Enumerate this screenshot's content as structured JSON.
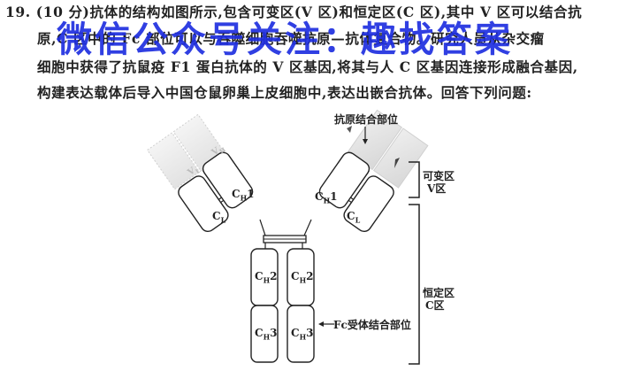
{
  "question": {
    "number": "19.",
    "lines": [
      "19. (10 分)抗体的结构如图所示,包含可变区(V 区)和恒定区(C 区),其中 V 区可以结合抗",
      "原,C 区中的 Fc 部位可以与吞噬细胞吞噬抗原—抗体复合物。研究人员从杂交瘤",
      "细胞中获得了抗鼠疫 F1 蛋白抗体的 V 区基因,将其与人 C 区基因连接形成融合基因,",
      "构建表达载体后导入中国仓鼠卵巢上皮细胞中,表达出嵌合抗体。回答下列问题:"
    ]
  },
  "watermark": {
    "text": "微信公众号关注：趣找答案",
    "color": "#1f2fe0"
  },
  "diagram": {
    "labels": {
      "antigen_binding_site": "抗原结合部位",
      "variable_region": "可变区",
      "variable_region_short": "V区",
      "constant_region": "恒定区",
      "constant_region_short": "C区",
      "fc_receptor_site": "Fc受体结合部位"
    },
    "domains": {
      "CL": "C",
      "CL_sub": "L",
      "CH1": "C",
      "CH1_sub": "H",
      "CH1_num": "1",
      "CH2": "C",
      "CH2_sub": "H",
      "CH2_num": "2",
      "CH3": "C",
      "CH3_sub": "H",
      "CH3_num": "3",
      "VL": "V",
      "VL_sub": "L",
      "VH": "V",
      "VH_sub": "H"
    }
  }
}
